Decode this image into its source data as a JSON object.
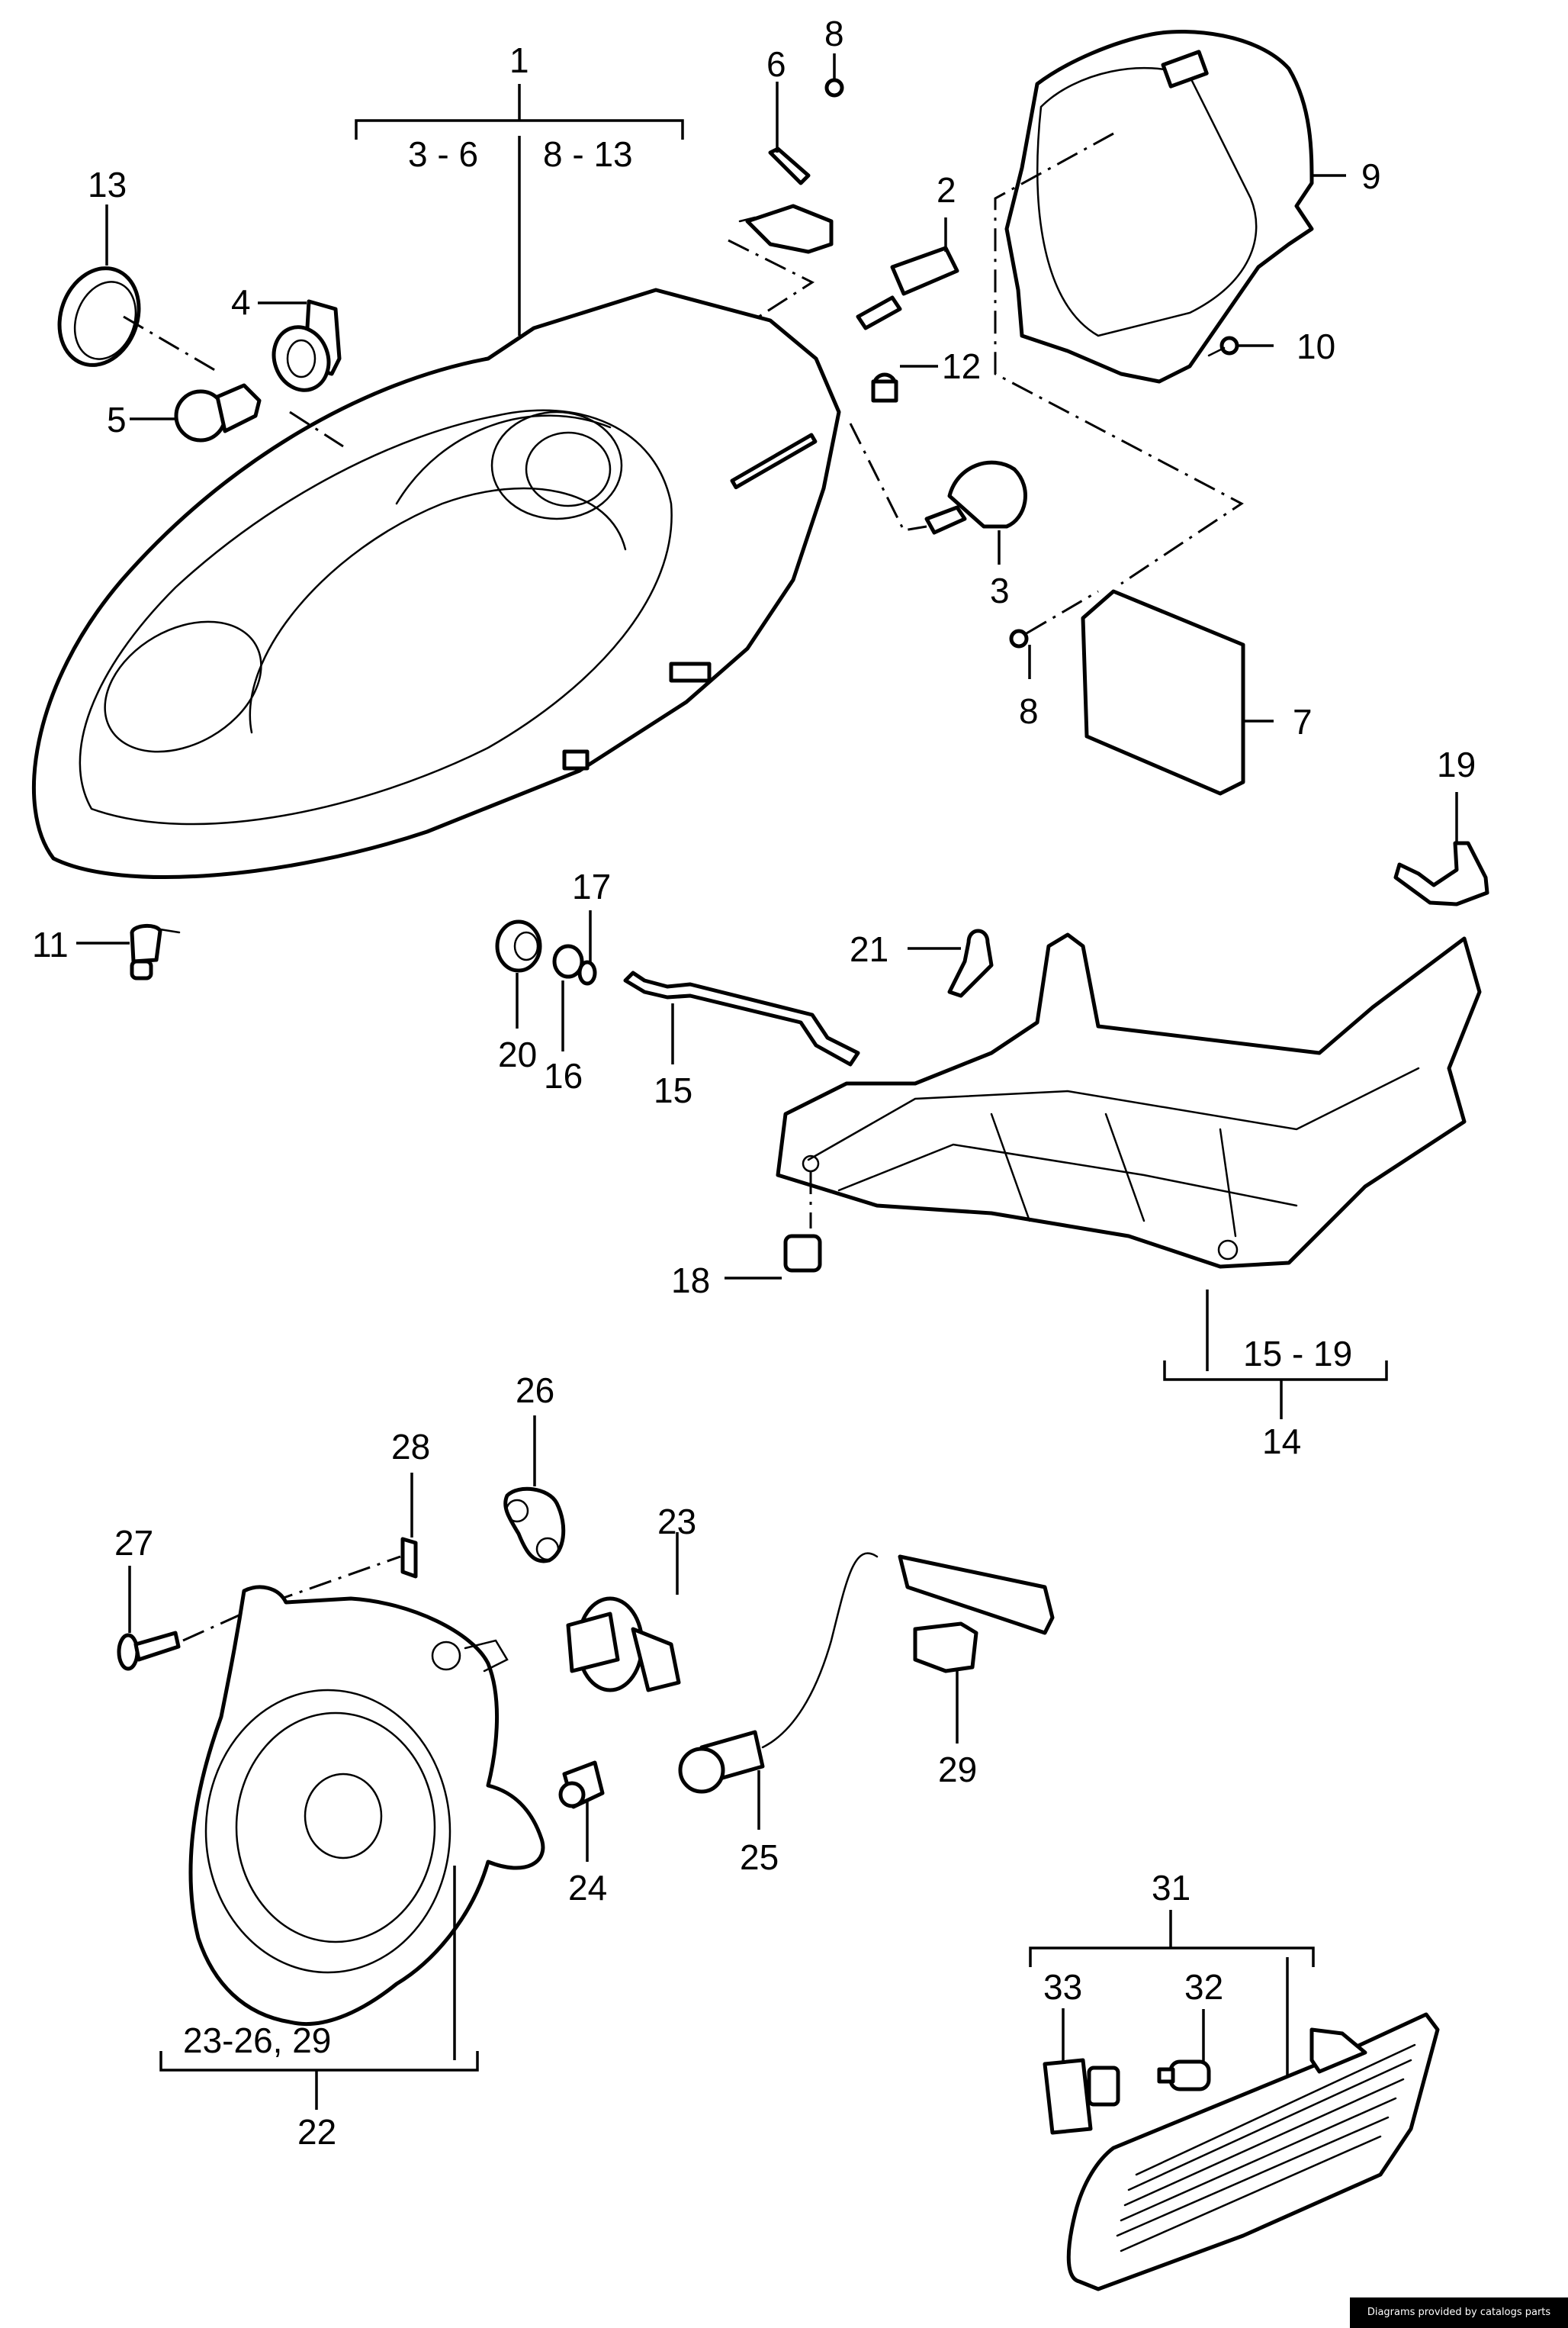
{
  "diagram": {
    "type": "exploded-parts-diagram",
    "subject": "Headlight, fog light and side marker assembly",
    "colors": {
      "line": "#000000",
      "background": "#ffffff",
      "watermark_bg": "#000000",
      "watermark_text": "#ffffff"
    },
    "callouts": {
      "1": "1",
      "2": "2",
      "3": "3",
      "4": "4",
      "5": "5",
      "6": "6",
      "7": "7",
      "8a": "8",
      "8b": "8",
      "9": "9",
      "10": "10",
      "11": "11",
      "12": "12",
      "13": "13",
      "14": "14",
      "15": "15",
      "16": "16",
      "17": "17",
      "18": "18",
      "19": "19",
      "20": "20",
      "21": "21",
      "22": "22",
      "23": "23",
      "24": "24",
      "25": "25",
      "26": "26",
      "27": "27",
      "28": "28",
      "29": "29",
      "31": "31",
      "32": "32",
      "33": "33"
    },
    "groups": {
      "headlight_left": "3 - 6",
      "headlight_right": "8 - 13",
      "bracket": "15 - 19",
      "foglight": "23-26, 29"
    }
  },
  "watermark": {
    "text": "Diagrams provided by catalogs parts"
  }
}
